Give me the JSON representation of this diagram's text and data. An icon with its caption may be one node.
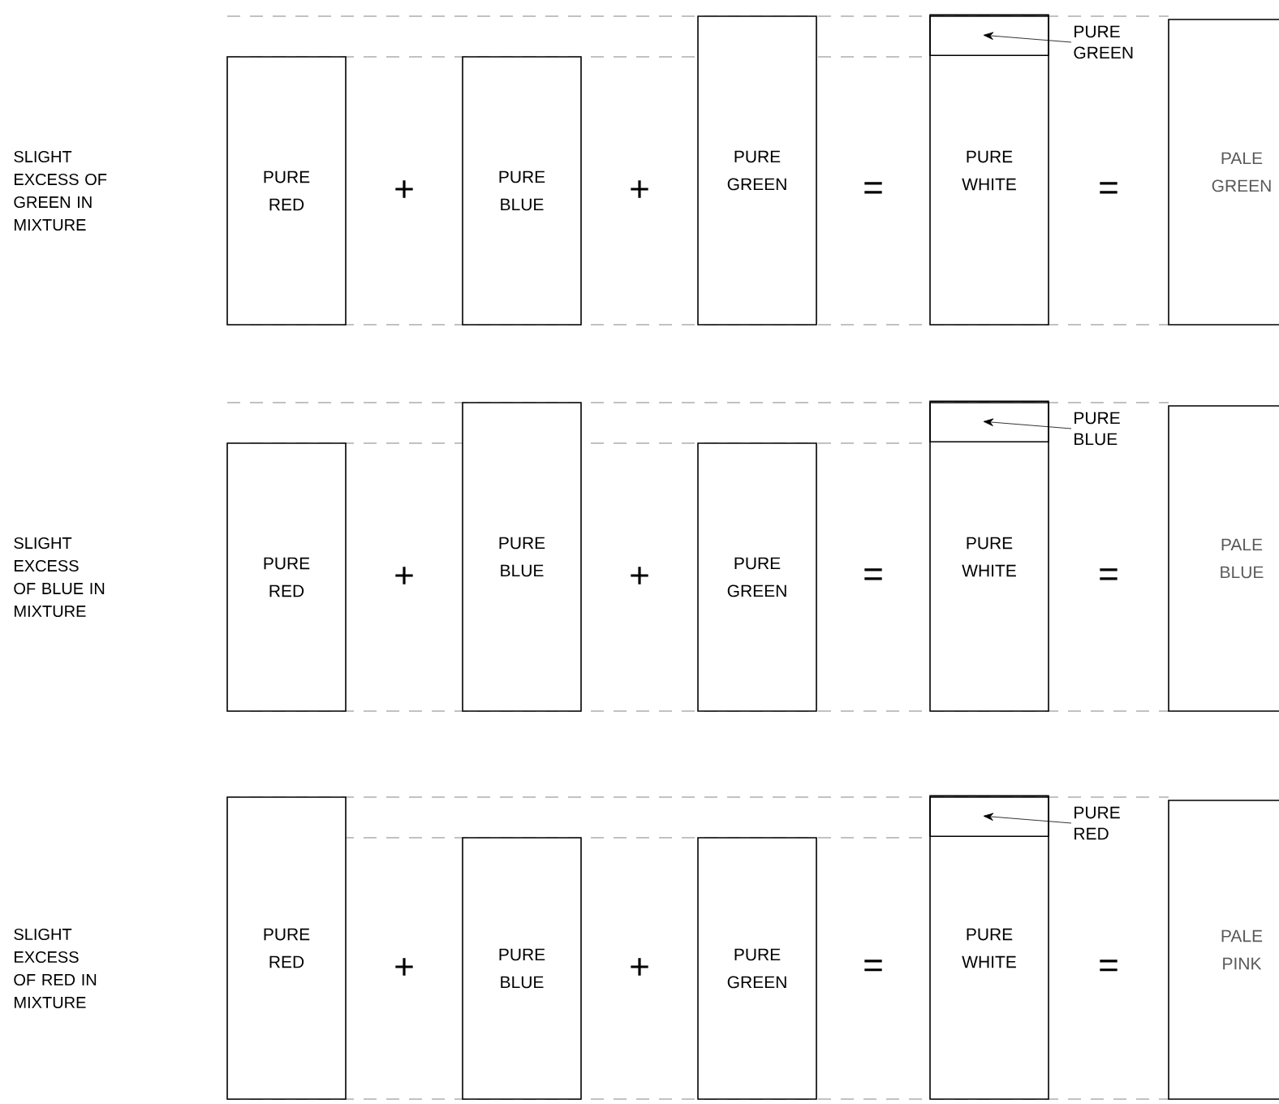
{
  "diagram": {
    "nodes": [
      {
        "text": [
          "PURE RED"
        ]
      },
      {
        "text": [
          "PURE BLUE"
        ]
      },
      {
        "text": [
          "PURE GREEN"
        ]
      },
      {
        "text": [
          "PURE WHITE"
        ]
      },
      {
        "text": [],
        "shape": "box",
        "in": 3
      },
      {
        "text": [
          "PURE GREEN"
        ]
      },
      {
        "text": [
          "PALE GREEN"
        ]
      },
      {
        "text": [
          "PURE RED"
        ]
      },
      {
        "text": [
          "PURE BLUE"
        ]
      },
      {
        "text": [
          "PURE GREEN"
        ]
      },
      {
        "text": [
          "PURE WHITE"
        ]
      },
      {
        "text": [],
        "shape": "box",
        "in": 10
      },
      {
        "text": [
          "PURE BLUE"
        ]
      },
      {
        "text": [
          "PALE BLUE"
        ]
      },
      {
        "text": [
          "PURE RED"
        ]
      },
      {
        "text": [
          "PURE BLUE"
        ]
      },
      {
        "text": [
          "PURE GREEN"
        ]
      },
      {
        "text": [
          "PURE WHITE"
        ]
      },
      {
        "text": [],
        "shape": "box",
        "in": 17
      },
      {
        "text": [
          "PURE RED"
        ]
      },
      {
        "text": [
          "PALE PINK"
        ]
      }
    ],
    "edges": [
      {
        "from": 5,
        "to": 4,
        "arrow": "to"
      },
      {
        "from": 12,
        "to": 11,
        "arrow": "to"
      },
      {
        "from": 19,
        "to": 18,
        "arrow": "to"
      }
    ],
    "labels": [
      "SLIGHT EXCESS OF GREEN IN MIXTURE",
      "+",
      "+",
      "=",
      "=",
      "SLIGHT EXCESS OF BLUE IN MIXTURE",
      "+",
      "+",
      "=",
      "=",
      "SLIGHT EXCESS OF RED IN MIXTURE",
      "+",
      "+",
      "=",
      "="
    ]
  }
}
